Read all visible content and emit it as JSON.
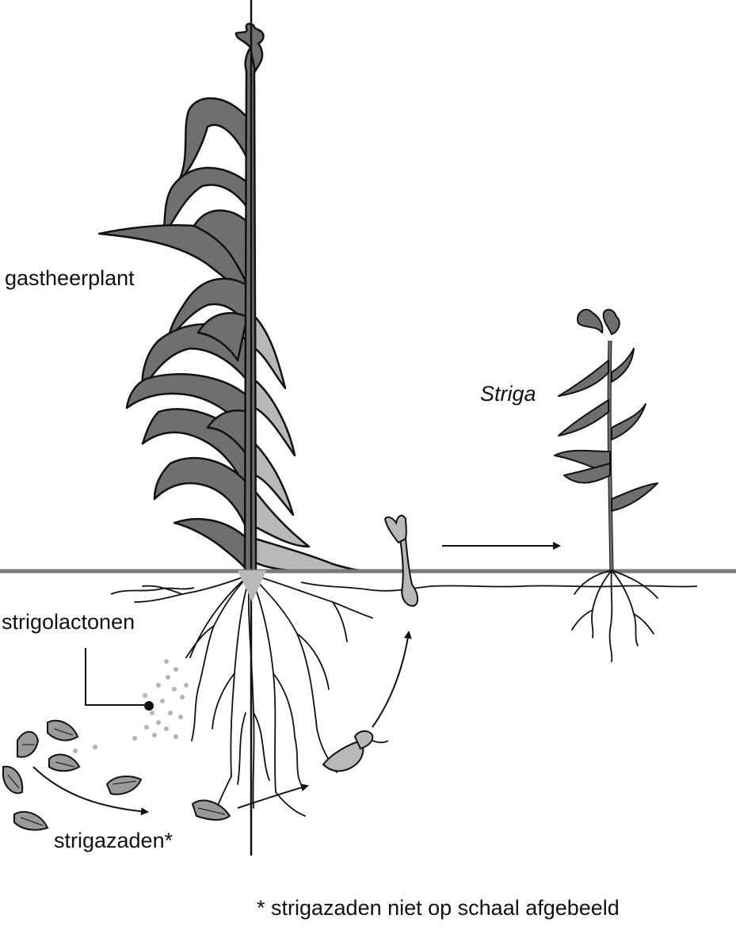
{
  "labels": {
    "host_plant": "gastheerplant",
    "striga": "Striga",
    "strigolactones": "strigolactonen",
    "seeds": "strigazaden*",
    "footnote": "* strigazaden niet op schaal afgebeeld"
  },
  "colors": {
    "leaf_dark": "#6f6f6f",
    "leaf_light": "#b8b8b8",
    "outline": "#111111",
    "ground": "#7a7a7a",
    "dots": "#b5b5b5",
    "seed": "#9a9a9a"
  }
}
